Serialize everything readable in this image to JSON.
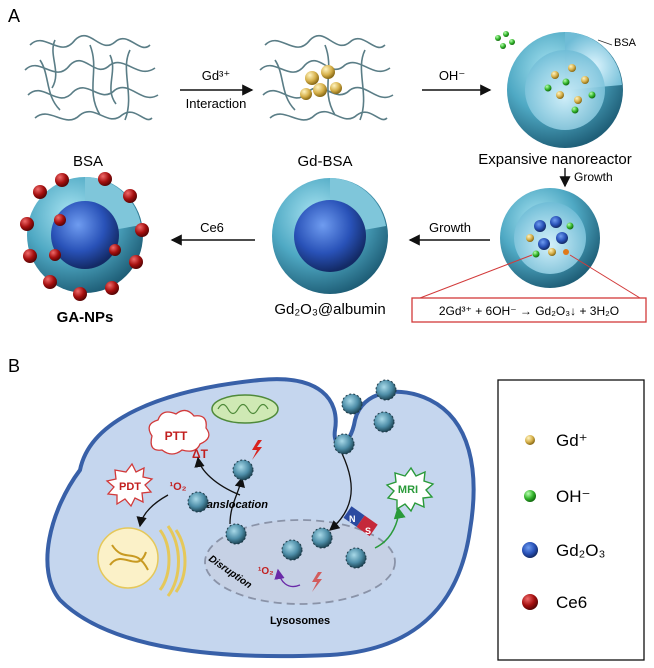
{
  "panel_a": {
    "letter": "A",
    "labels": {
      "bsa": "BSA",
      "gd_bsa": "Gd-BSA",
      "expansive": "Expansive nanoreactor",
      "bsa_callout": "BSA",
      "gd2o3_albumin": "Gd₂O₃@albumin",
      "ga_nps": "GA-NPs"
    },
    "arrows": {
      "gd3": "Gd³⁺",
      "interaction": "Interaction",
      "oh": "OH⁻",
      "growth_down": "Growth",
      "growth_left": "Growth",
      "ce6": "Ce6"
    },
    "equation": "2Gd³⁺ + 6OH⁻ → Gd₂O₃↓ + 3H₂O"
  },
  "panel_b": {
    "letter": "B",
    "labels": {
      "ptt": "PTT",
      "delta_t": "ΔT",
      "pdt": "PDT",
      "singlet_o2_top": "¹O₂",
      "translocation": "Translocation",
      "disruption": "Disruption",
      "singlet_o2_lys": "¹O₂",
      "lysosomes": "Lysosomes",
      "mri": "MRI",
      "magnet_n": "N",
      "magnet_s": "S"
    }
  },
  "legend": {
    "items": [
      {
        "label": "Gd⁺",
        "color": "#d9c46a"
      },
      {
        "label": "OH⁻",
        "color": "#3fbf3a"
      },
      {
        "label": "Gd₂O₃",
        "color": "#1f4fa8"
      },
      {
        "label": "Ce6",
        "color": "#b01818"
      }
    ]
  }
}
